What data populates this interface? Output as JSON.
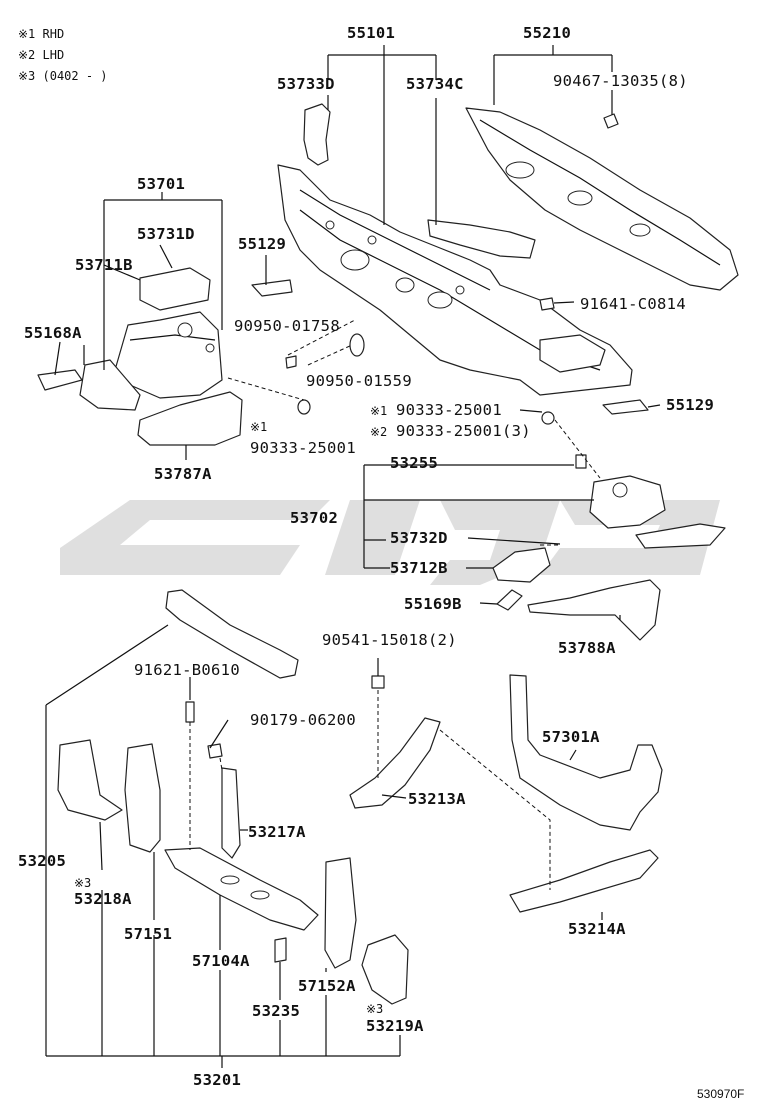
{
  "notes": [
    "※1 RHD",
    "※2 LHD",
    "※3 (0402 -      )"
  ],
  "figure_id": "530970F",
  "labels": {
    "p55101": "55101",
    "p55210": "55210",
    "p53733D": "53733D",
    "p53734C": "53734C",
    "p90467": "90467-13035(8)",
    "p53701": "53701",
    "p53731D": "53731D",
    "p53711B": "53711B",
    "p55129a": "55129",
    "p55168A": "55168A",
    "p90950_01758": "90950-01758",
    "p91641": "91641-C0814",
    "p90950_01559": "90950-01559",
    "p55129b": "55129",
    "p90333_a": "90333-25001",
    "p90333_b": "90333-25001",
    "p90333_c": "90333-25001(3)",
    "p53787A": "53787A",
    "p53255": "53255",
    "p53702": "53702",
    "p53732D": "53732D",
    "p53712B": "53712B",
    "p55169B": "55169B",
    "p53788A": "53788A",
    "p90541": "90541-15018(2)",
    "p91621": "91621-B0610",
    "p90179": "90179-06200",
    "p57301A": "57301A",
    "p53217A": "53217A",
    "p53213A": "53213A",
    "p53205": "53205",
    "p53218A": "53218A",
    "p57151": "57151",
    "p57104A": "57104A",
    "p53214A": "53214A",
    "p57152A": "57152A",
    "p53235": "53235",
    "p53219A": "53219A",
    "p53201": "53201"
  },
  "marks": {
    "m1": "※1",
    "m2": "※1",
    "m3": "※2",
    "m4": "※3",
    "m5": "※3"
  }
}
